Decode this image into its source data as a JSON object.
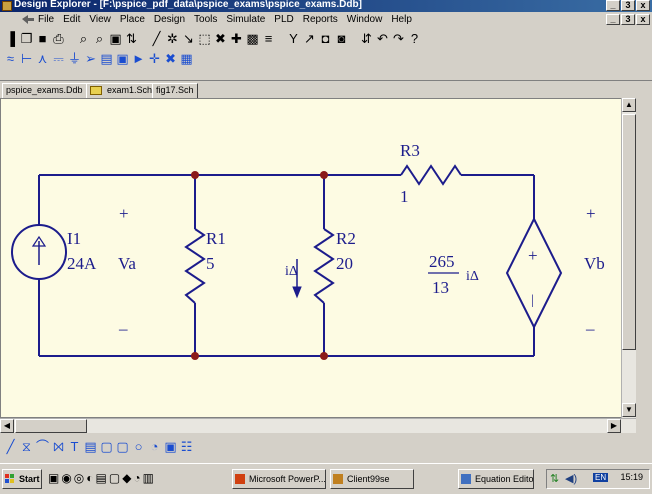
{
  "window": {
    "title": "Design Explorer - [F:\\pspice_pdf_data\\pspice_exams\\pspice_exams.Ddb]",
    "minimize": "_",
    "restore": "3",
    "close": "x"
  },
  "menu": {
    "items": [
      "File",
      "Edit",
      "View",
      "Place",
      "Design",
      "Tools",
      "Simulate",
      "PLD",
      "Reports",
      "Window",
      "Help"
    ]
  },
  "toolbar1": {
    "icons": [
      "▐",
      "❐",
      "■",
      "⎙",
      "⌕",
      "⌕",
      "▣",
      "⇅",
      "╱",
      "✲",
      "↘",
      "⬚",
      "✖",
      "✚",
      "▩",
      "≡",
      "Y",
      "↗",
      "◘",
      "◙",
      "⇵",
      "↶",
      "↷",
      "?"
    ]
  },
  "toolbar2": {
    "icons": [
      "≈",
      "⊢",
      "⋏",
      "⎓",
      "⏚",
      "➢",
      "▤",
      "▣",
      "►",
      "✛",
      "✖",
      "▦"
    ]
  },
  "tabs": [
    {
      "label": "pspice_exams.Ddb"
    },
    {
      "label": "exam1.Sch"
    },
    {
      "label": "fig17.Sch"
    }
  ],
  "schematic": {
    "I1": {
      "name": "I1",
      "value": "24A"
    },
    "R1": {
      "name": "R1",
      "value": "5"
    },
    "R2": {
      "name": "R2",
      "value": "20"
    },
    "R3": {
      "name": "R3",
      "value": "1"
    },
    "Va": {
      "label": "Va",
      "plus": "+",
      "minus": "–"
    },
    "Vb": {
      "label": "Vb",
      "plus": "+",
      "minus": "–"
    },
    "current": {
      "label": "iΔ"
    },
    "dep_source": {
      "num": "265",
      "den": "13",
      "var": "iΔ",
      "plus": "+",
      "minus": "|"
    }
  },
  "drawbar": {
    "icons": [
      "╱",
      "⧖",
      "⌒",
      "⨝",
      "T",
      "▤",
      "▢",
      "▢",
      "○",
      "◔",
      "▣",
      "☷"
    ]
  },
  "taskbar": {
    "start": "Start",
    "buttons": [
      "Microsoft PowerP...",
      "Client99se",
      "Equation Editor"
    ],
    "clock": "15:19",
    "lang": "EN"
  }
}
